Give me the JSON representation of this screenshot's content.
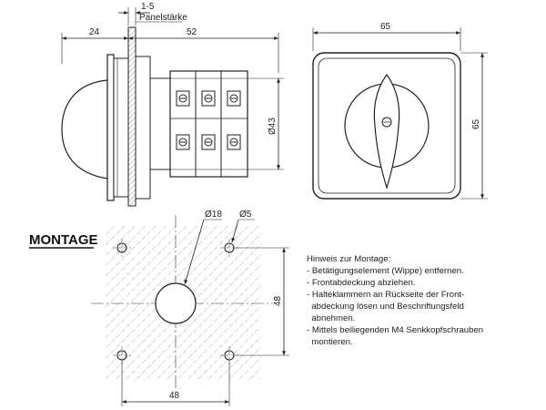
{
  "side_view": {
    "dim_panel_range": "1-5",
    "dim_panel_label": "Panelstärke",
    "dim_depth_front": "24",
    "dim_depth_back": "52",
    "dim_diameter": "Ø43"
  },
  "front_view": {
    "dim_width": "65",
    "dim_height": "65"
  },
  "montage": {
    "title": "MONTAGE",
    "dim_center_hole": "Ø18",
    "dim_corner_hole": "Ø5",
    "dim_vertical": "48",
    "dim_horizontal": "48"
  },
  "notes": {
    "heading": "Hinweis zur Montage:",
    "lines": [
      "- Betätigungselement (Wippe) entfernen.",
      "- Frontabdeckung abziehen.",
      "- Halteklammern an Rückseite der Front-",
      "  abdeckung lösen und Beschriftungsfeld",
      "  abnehmen.",
      "- Mittels beiliegenden M4 Senkkopfschrauben",
      "  montieren."
    ]
  }
}
